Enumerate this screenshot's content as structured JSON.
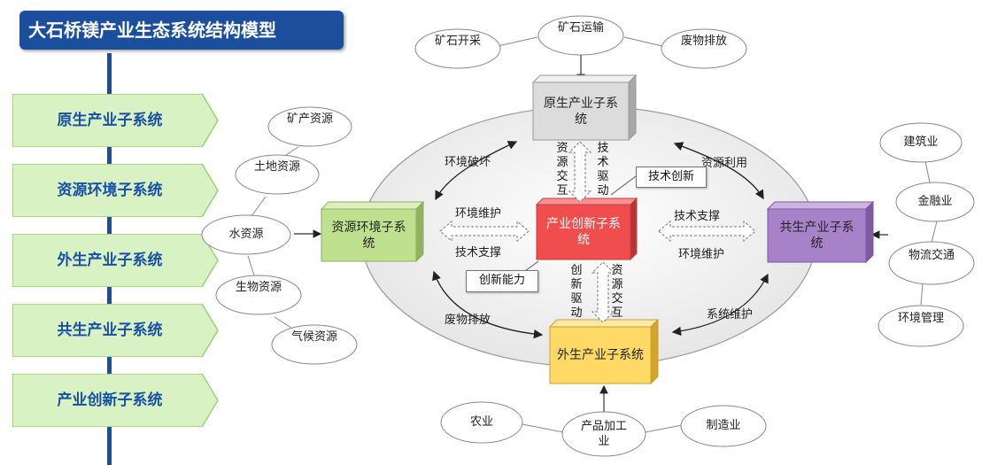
{
  "title": "大石桥镁产业生态系统结构模型",
  "nav": [
    "原生产业子系统",
    "资源环境子系统",
    "外生产业子系统",
    "共生产业子系统",
    "产业创新子系统"
  ],
  "systems": {
    "primary": "原生产业子系统",
    "resource": "资源环境子系统",
    "innovation": "产业创新子系统",
    "symbiotic": "共生产业子系统",
    "exogenous": "外生产业子系统"
  },
  "top_nodes": [
    "矿石开采",
    "矿石运输",
    "废物排放"
  ],
  "left_nodes": [
    "矿产资源",
    "土地资源",
    "水资源",
    "生物资源",
    "气候资源"
  ],
  "right_nodes": [
    "建筑业",
    "金融业",
    "物流交通",
    "环境管理"
  ],
  "bottom_nodes": [
    "农业",
    "产品加工业",
    "制造业"
  ],
  "links": {
    "env_damage": "环境破坏",
    "resource_use": "资源利用",
    "waste_discharge": "废物排放",
    "system_maintain": "系统维护",
    "env_maintain_left": "环境维护",
    "tech_support_left": "技术支撑",
    "tech_support_right": "技术支撑",
    "env_maintain_right": "环境维护",
    "resource_interact_top": "资源交互",
    "tech_drive": "技术驱动",
    "innovation_drive": "创新驱动",
    "resource_interact_bottom": "资源交互",
    "tech_innovation": "技术创新",
    "innovation_ability": "创新能力"
  },
  "colors": {
    "title_bg": "#1b4f9e",
    "nav_fill": "#d9f2c4",
    "nav_text": "#1650a8",
    "primary": "#dcdcdc",
    "resource": "#bfe08e",
    "innovation": "#f04e4e",
    "symbiotic": "#a882c8",
    "exogenous": "#ffd966"
  }
}
